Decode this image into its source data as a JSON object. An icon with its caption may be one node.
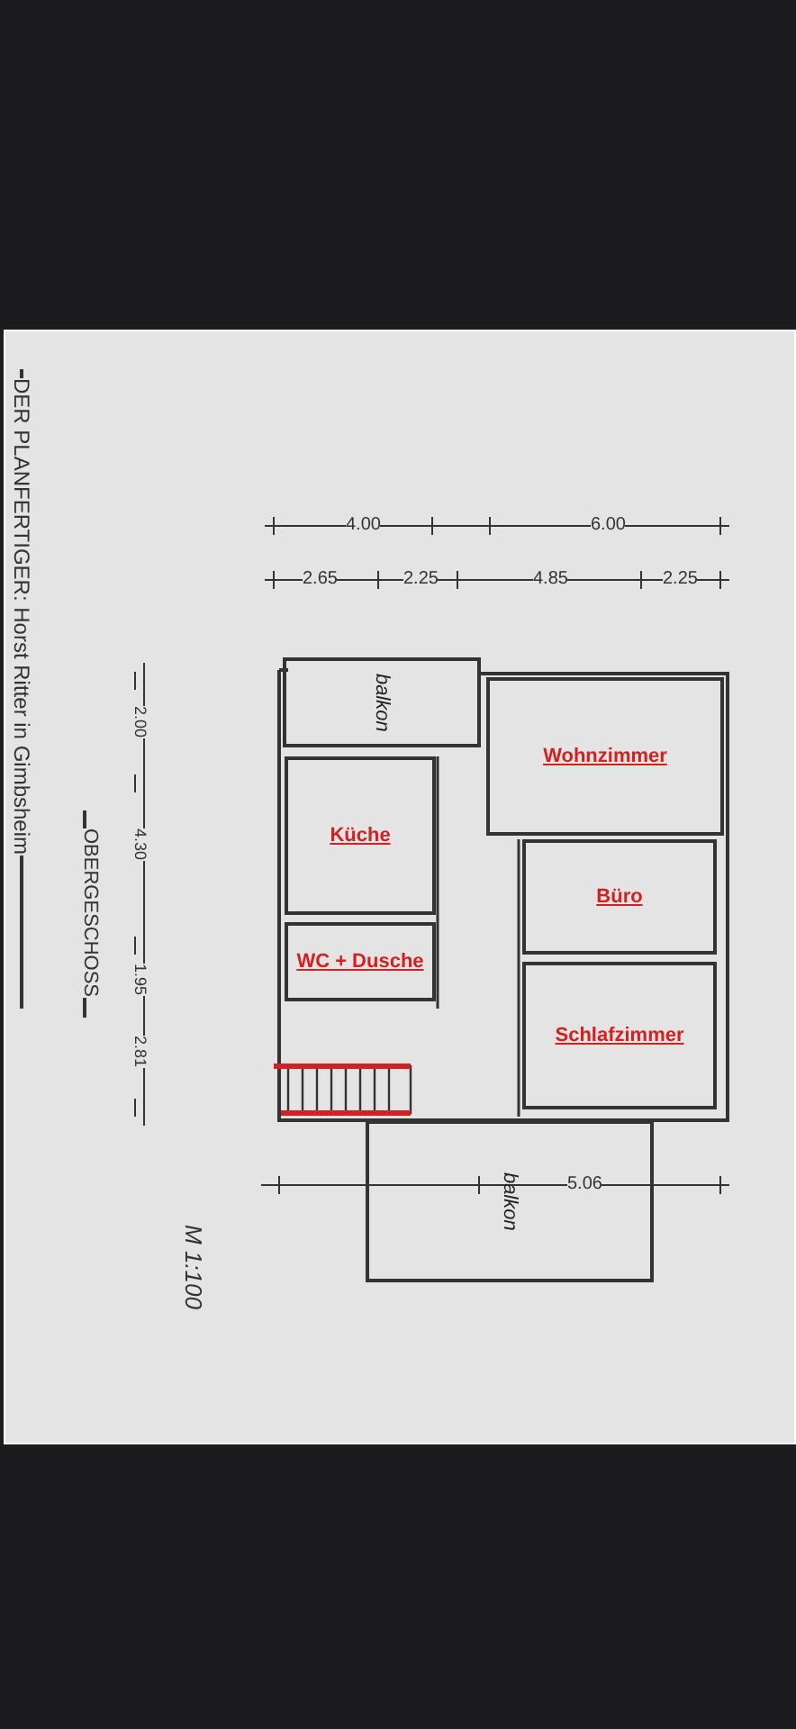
{
  "diagram": {
    "nodes": [
      {
        "text": [
          "balkon"
        ]
      },
      {
        "text": [
          "Wohnzimmer"
        ]
      },
      {
        "text": [
          "Küche"
        ]
      },
      {
        "text": [
          "Büro"
        ]
      },
      {
        "text": [
          "WC + Dusche"
        ]
      },
      {
        "text": [
          "Schlafzimmer"
        ]
      },
      {
        "text": [
          "balkon"
        ]
      }
    ],
    "labels": [
      "DER PLANFERTIGER: Horst Ritter in Gimbsheim",
      "4.00",
      "6.00",
      "2.65",
      "2.25",
      "4.85",
      "2.25",
      "OBERGESCHOSS",
      "2.00",
      "4.30",
      "1.95",
      "2.81",
      "5.06",
      "M 1:100"
    ]
  }
}
